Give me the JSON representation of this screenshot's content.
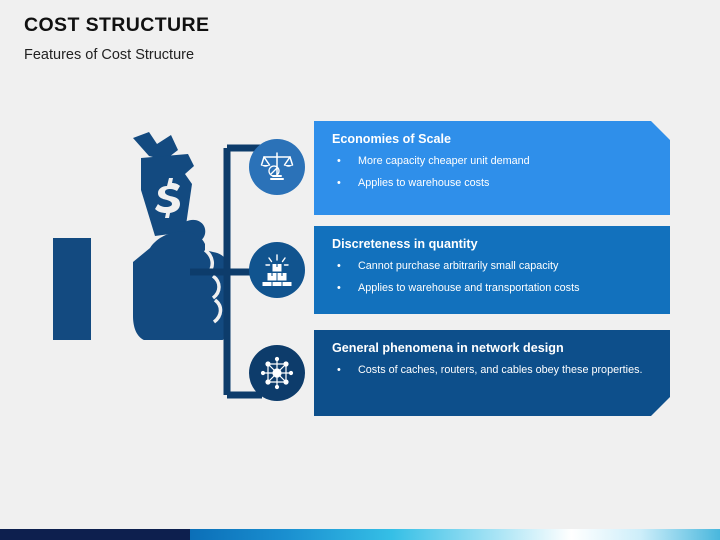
{
  "header": {
    "title": "COST STRUCTURE",
    "subtitle": "Features of Cost Structure"
  },
  "colors": {
    "background": "#f0f0f0",
    "brand_dark": "#0d3c6b",
    "box1": "#2f8fea",
    "box2": "#1271bd",
    "box3": "#0d4f8b",
    "icon1_bg": "#2b72b8",
    "icon2_bg": "#11548f",
    "icon3_bg": "#0d3c6b",
    "connector": "#0d3c6b",
    "bottom_bar_navy": "#0d1f4e",
    "bottom_bar_cyan": "#35bfe6"
  },
  "illustration": {
    "name": "hand-holding-money",
    "description": "Fist holding rolled cash with dollar sign"
  },
  "items": [
    {
      "icon": "scales-balance-icon",
      "heading": "Economies of Scale",
      "bullets": [
        "More capacity cheaper unit demand",
        "Applies to warehouse costs"
      ],
      "bullet_marker": "•"
    },
    {
      "icon": "stacked-boxes-icon",
      "heading": "Discreteness in quantity",
      "bullets": [
        "Cannot purchase arbitrarily small capacity",
        "Applies to warehouse and transportation costs"
      ],
      "bullet_marker": "•"
    },
    {
      "icon": "network-nodes-icon",
      "heading": "General phenomena in network design",
      "bullets": [
        "Costs of caches, routers, and cables obey these properties."
      ],
      "bullet_marker": "•"
    }
  ]
}
